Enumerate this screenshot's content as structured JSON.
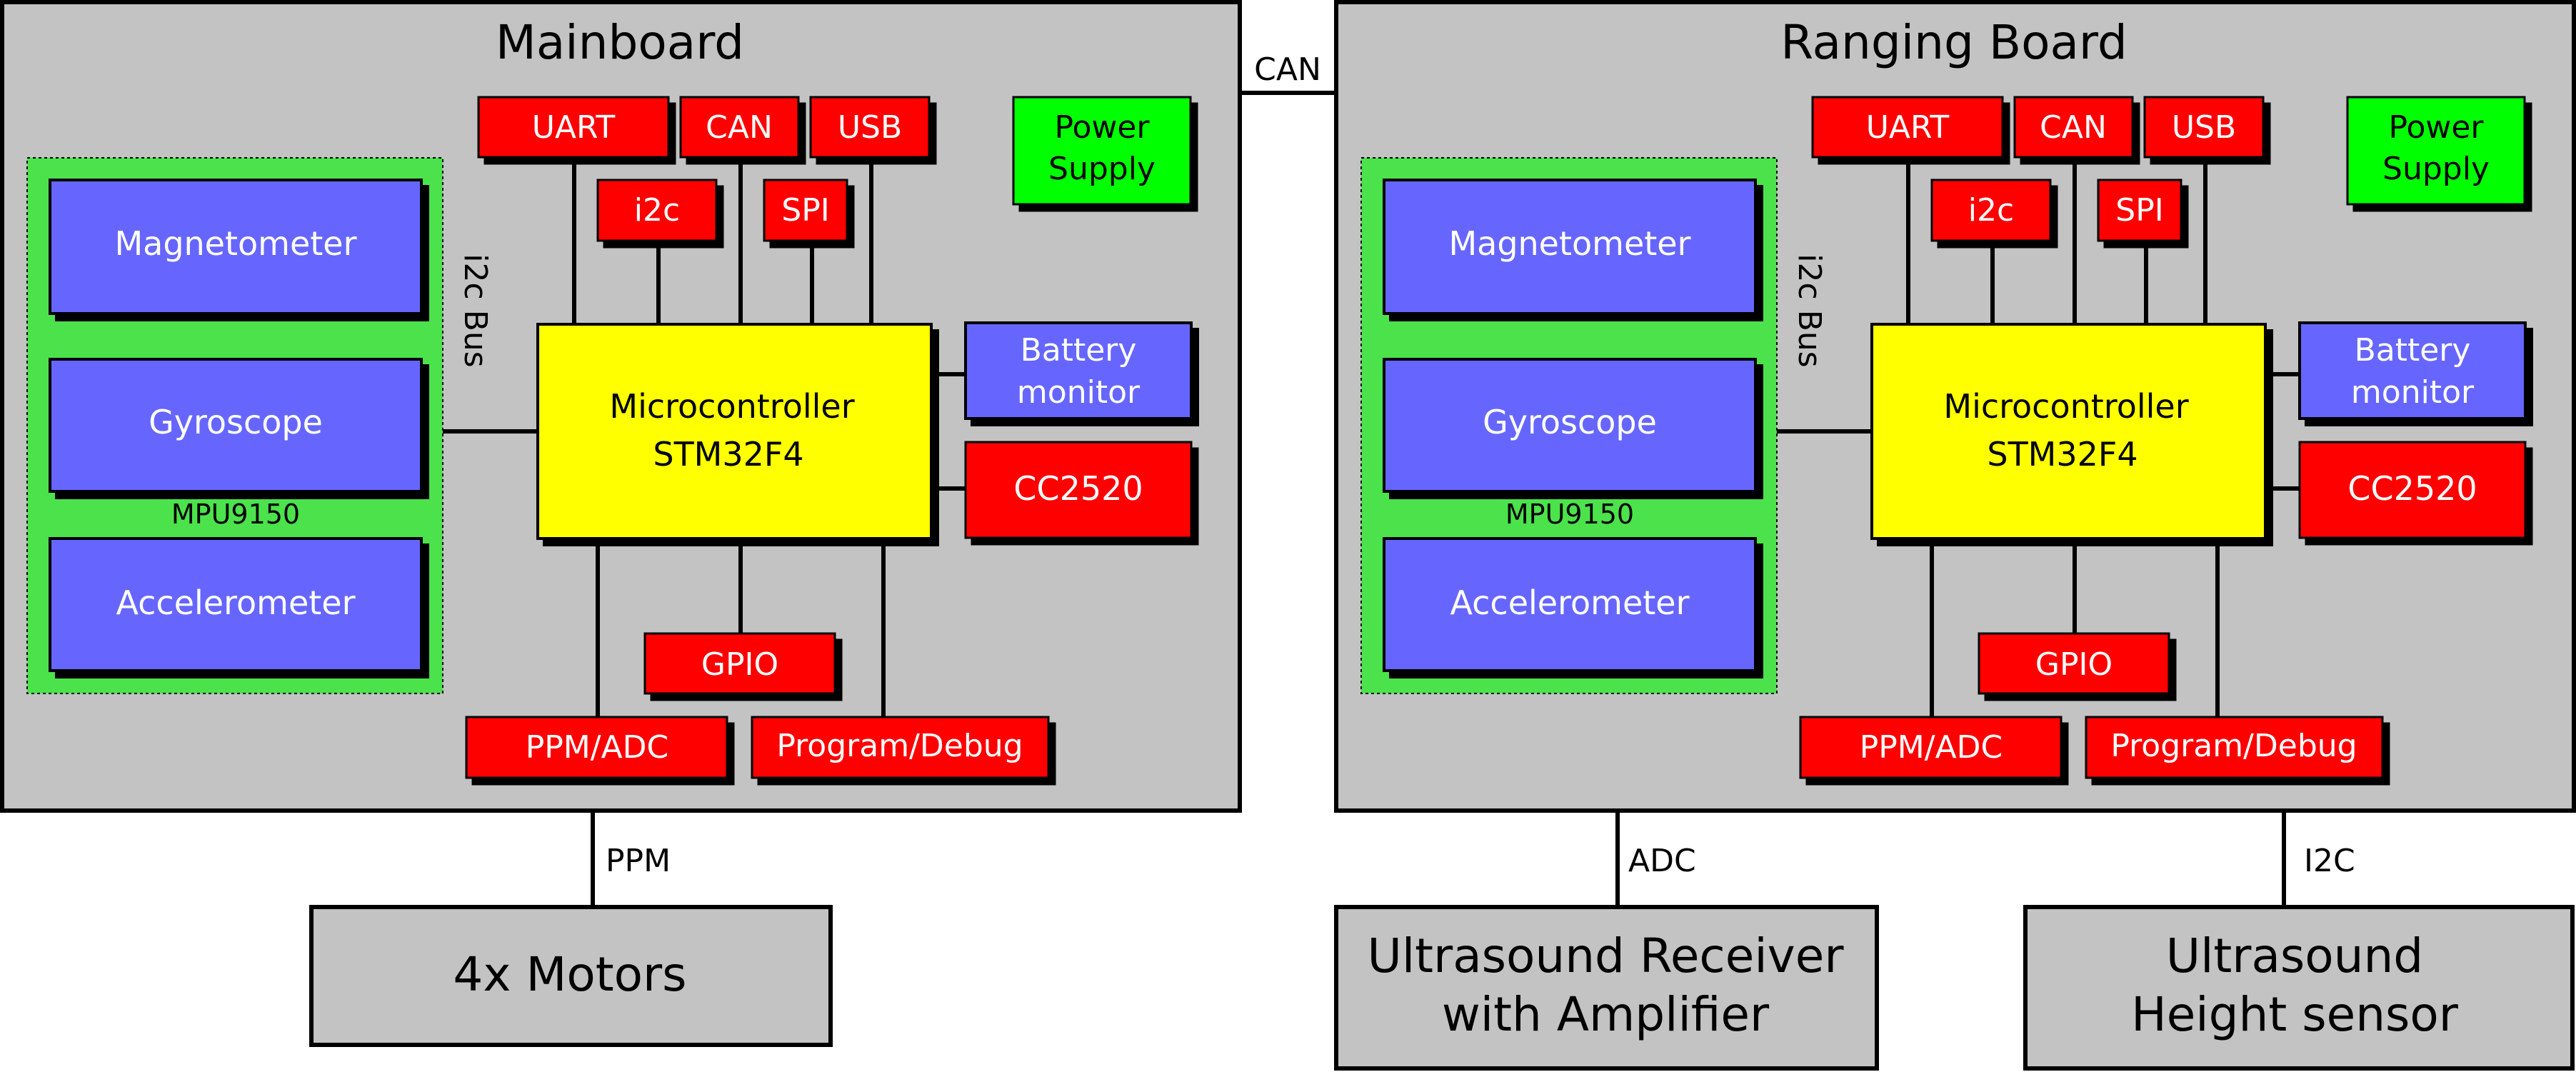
{
  "colors": {
    "board": "#c3c3c3",
    "peripheral": "#ff0000",
    "sensor": "#6666ff",
    "mcu": "#ffff00",
    "power": "#00ff00",
    "imu": "#4ce24c",
    "line": "#000000",
    "label_light": "#ffffff",
    "label_dark": "#000000"
  },
  "boards": [
    {
      "title": "Mainboard",
      "peripherals": {
        "uart": "UART",
        "can": "CAN",
        "usb": "USB",
        "i2c": "i2c",
        "spi": "SPI",
        "cc2520": "CC2520",
        "gpio": "GPIO",
        "ppm_adc": "PPM/ADC",
        "program_debug": "Program/Debug"
      },
      "power": [
        "Power",
        "Supply"
      ],
      "battery": [
        "Battery",
        "monitor"
      ],
      "mcu": [
        "Microcontroller",
        "STM32F4"
      ],
      "i2c_bus": "i2c Bus",
      "imu": {
        "label": "MPU9150",
        "sensors": {
          "magnetometer": "Magnetometer",
          "gyroscope": "Gyroscope",
          "accelerometer": "Accelerometer"
        }
      }
    },
    {
      "title": "Ranging Board",
      "peripherals": {
        "uart": "UART",
        "can": "CAN",
        "usb": "USB",
        "i2c": "i2c",
        "spi": "SPI",
        "cc2520": "CC2520",
        "gpio": "GPIO",
        "ppm_adc": "PPM/ADC",
        "program_debug": "Program/Debug"
      },
      "power": [
        "Power",
        "Supply"
      ],
      "battery": [
        "Battery",
        "monitor"
      ],
      "mcu": [
        "Microcontroller",
        "STM32F4"
      ],
      "i2c_bus": "i2c Bus",
      "imu": {
        "label": "MPU9150",
        "sensors": {
          "magnetometer": "Magnetometer",
          "gyroscope": "Gyroscope",
          "accelerometer": "Accelerometer"
        }
      }
    }
  ],
  "links": {
    "can": "CAN",
    "ppm": "PPM",
    "adc": "ADC",
    "i2c": "I2C"
  },
  "external": {
    "motors": [
      "4x Motors"
    ],
    "receiver": [
      "Ultrasound Receiver",
      "with Amplifier"
    ],
    "height": [
      "Ultrasound",
      "Height sensor"
    ]
  }
}
